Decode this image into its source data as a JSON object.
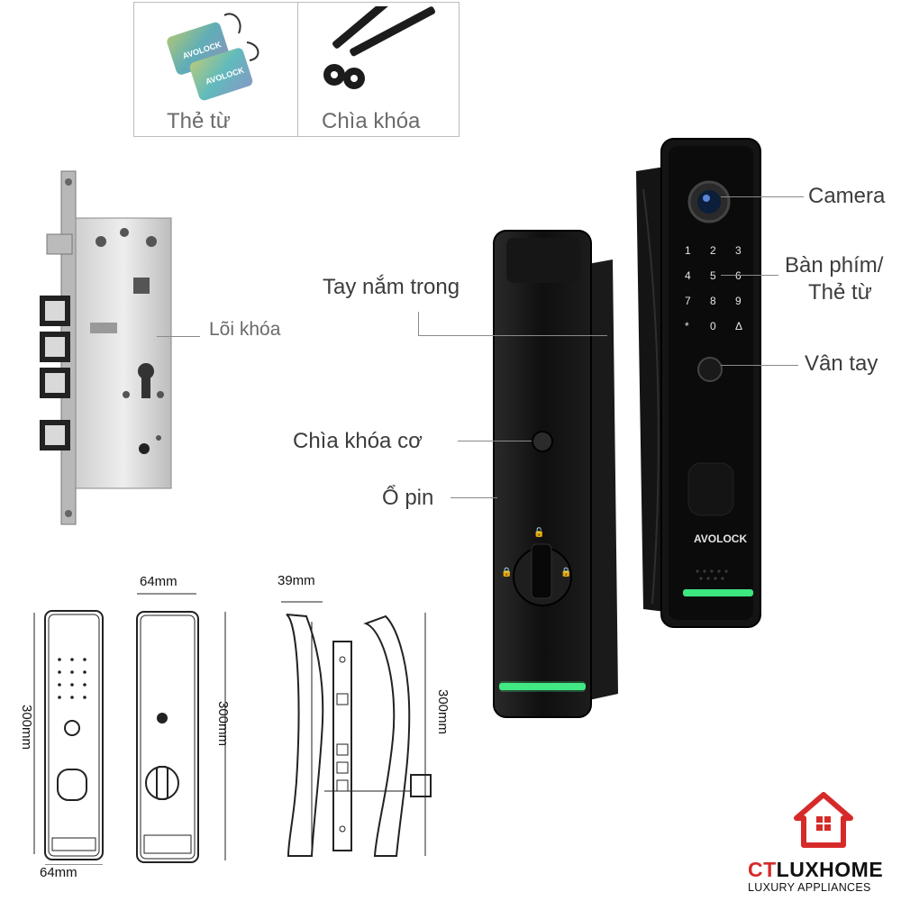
{
  "accessories": {
    "card_caption": "Thẻ từ",
    "key_caption": "Chìa khóa"
  },
  "mortise": {
    "label": "Lõi khóa"
  },
  "callouts": {
    "camera": "Camera",
    "keypad_line1": "Bàn phím/",
    "keypad_line2": "Thẻ từ",
    "fingerprint": "Vân tay",
    "inner_handle": "Tay nắm trong",
    "mech_key": "Chìa khóa cơ",
    "battery": "Ổ pin"
  },
  "dimensions": {
    "front_width": "64mm",
    "back_width": "64mm",
    "side_depth": "39mm",
    "front_height": "300mm",
    "back_height": "300mm",
    "side_height": "300mm"
  },
  "product_brand": "AVOLOCK",
  "keypad_keys": [
    "1",
    "2",
    "3",
    "4",
    "5",
    "6",
    "7",
    "8",
    "9",
    "*",
    "0",
    "bell"
  ],
  "brand": {
    "name_part1": "CT",
    "name_part2": "LUXHOME",
    "tagline": "LUXURY APPLIANCES",
    "red": "#d62a2a"
  }
}
